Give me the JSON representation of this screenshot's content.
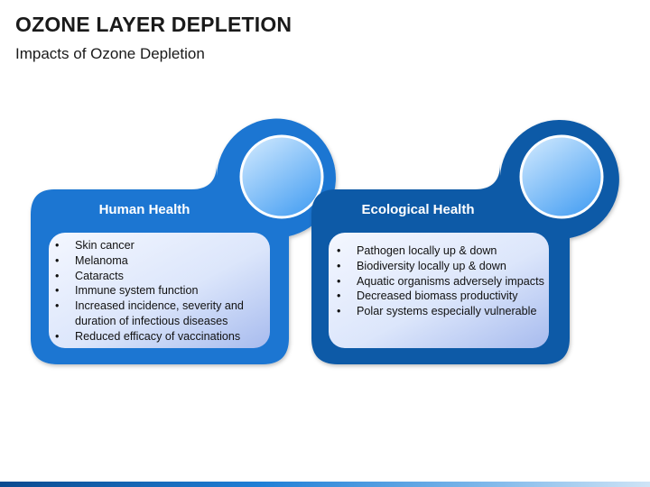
{
  "slide": {
    "title": "OZONE LAYER DEPLETION",
    "subtitle": "Impacts of Ozone Depletion"
  },
  "colors": {
    "human_card": "#1a76d2",
    "ecological_card": "#0d5aa7",
    "panel_light": "#f3f6ff",
    "panel_dark": "#a9bdf0",
    "circle_light": "#cfe8ff",
    "circle_dark": "#55a8f5"
  },
  "cards": [
    {
      "title": "Human Health",
      "items": [
        "Skin cancer",
        "Melanoma",
        "Cataracts",
        "Immune system function",
        "Increased incidence, severity and duration of infectious diseases",
        "Reduced efficacy of vaccinations"
      ]
    },
    {
      "title": "Ecological Health",
      "items": [
        "Pathogen locally up & down",
        "Biodiversity locally up & down",
        "Aquatic organisms adversely impacts",
        "Decreased biomass productivity",
        "Polar systems especially vulnerable"
      ]
    }
  ]
}
